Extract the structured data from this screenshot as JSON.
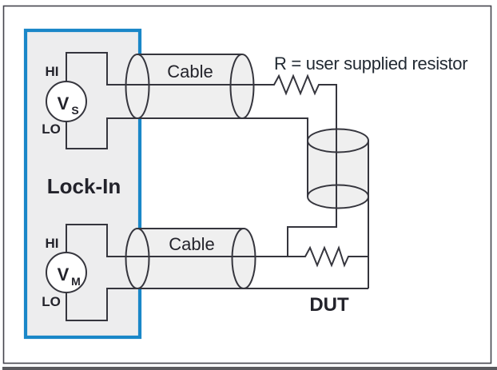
{
  "figure": {
    "resistor_note": "R = user supplied resistor",
    "dut_label": "DUT",
    "lockin": {
      "title": "Lock-In",
      "source": {
        "symbol": "V",
        "subscript": "S",
        "hi_label": "HI",
        "lo_label": "LO"
      },
      "meter": {
        "symbol": "V",
        "subscript": "M",
        "hi_label": "HI",
        "lo_label": "LO"
      }
    },
    "top_cable_label": "Cable",
    "bottom_cable_label": "Cable",
    "colors": {
      "lockin_border_blue": "#1a87c8",
      "wire": "#35353d",
      "panel_fill": "#ededee",
      "cable_fill": "#efefef",
      "text": "#23232b",
      "bottom_rule": "#5a5a5e"
    }
  }
}
